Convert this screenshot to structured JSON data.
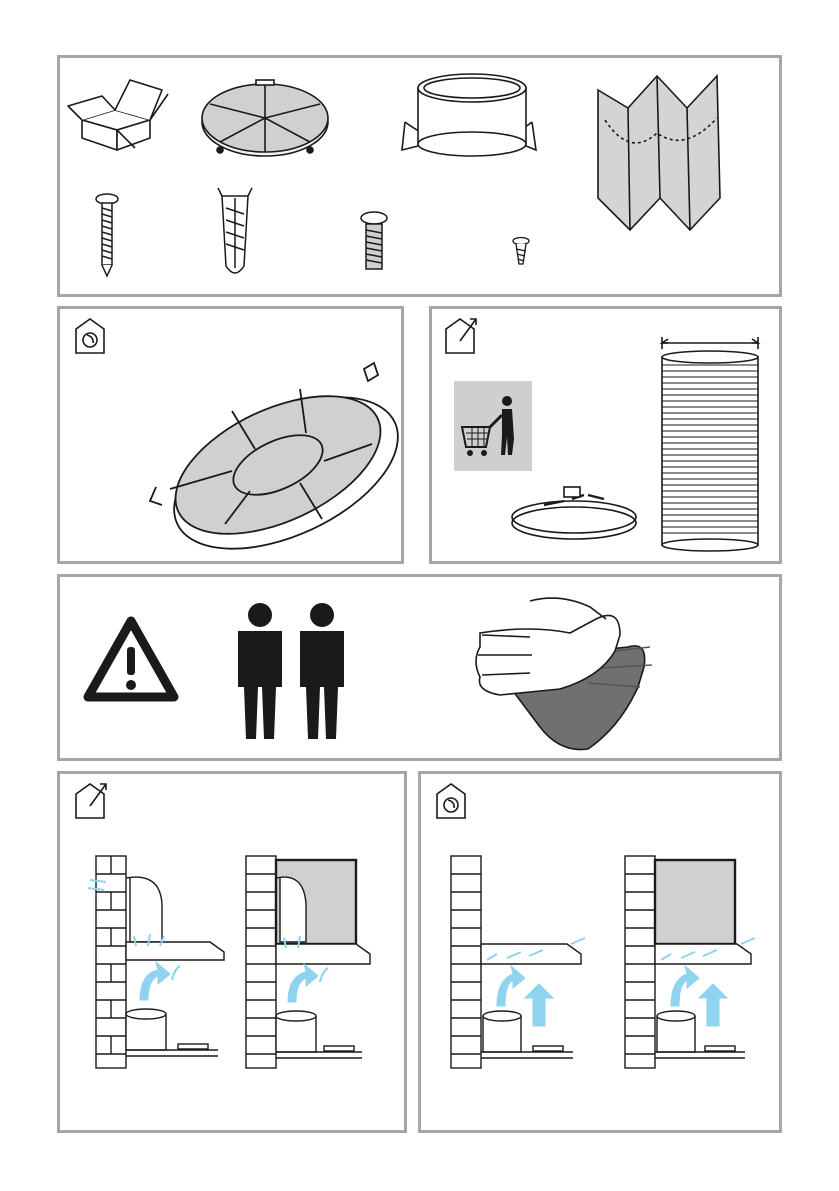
{
  "page": {
    "title": "",
    "panels": [
      {
        "id": "package-contents",
        "caption": ""
      },
      {
        "id": "recirculation-filter",
        "caption": ""
      },
      {
        "id": "extraction-accessories",
        "caption": ""
      },
      {
        "id": "safety-warning",
        "caption": ""
      },
      {
        "id": "extraction-installation",
        "caption": ""
      },
      {
        "id": "recirculation-installation",
        "caption": ""
      }
    ]
  },
  "icons": {
    "package-contents": [
      "box-icon",
      "grease-filter-icon",
      "air-collar-icon",
      "flexible-duct-icon",
      "wood-screw-icon",
      "wall-plug-icon",
      "bolt-icon",
      "small-screw-icon"
    ],
    "recirculation-filter": [
      "recirculation-mode-icon",
      "charcoal-filter-icon"
    ],
    "extraction-accessories": [
      "extraction-mode-icon",
      "purchase-separately-icon",
      "hose-clamp-icon",
      "flexible-pipe-icon"
    ],
    "safety-warning": [
      "warning-triangle-icon",
      "two-persons-icon",
      "gloves-icon"
    ],
    "extraction-installation": [
      "extraction-mode-icon",
      "hood-wall-duct-icon",
      "hood-cabinet-duct-icon"
    ],
    "recirculation-installation": [
      "recirculation-mode-icon",
      "hood-wall-recirc-icon",
      "hood-cabinet-recirc-icon"
    ]
  },
  "colors": {
    "frame": "#a6a6a6",
    "line": "#1a1a1a",
    "fill_gray": "#d0d0d0",
    "airflow": "#8fd3ef",
    "glove_dark": "#707070"
  }
}
